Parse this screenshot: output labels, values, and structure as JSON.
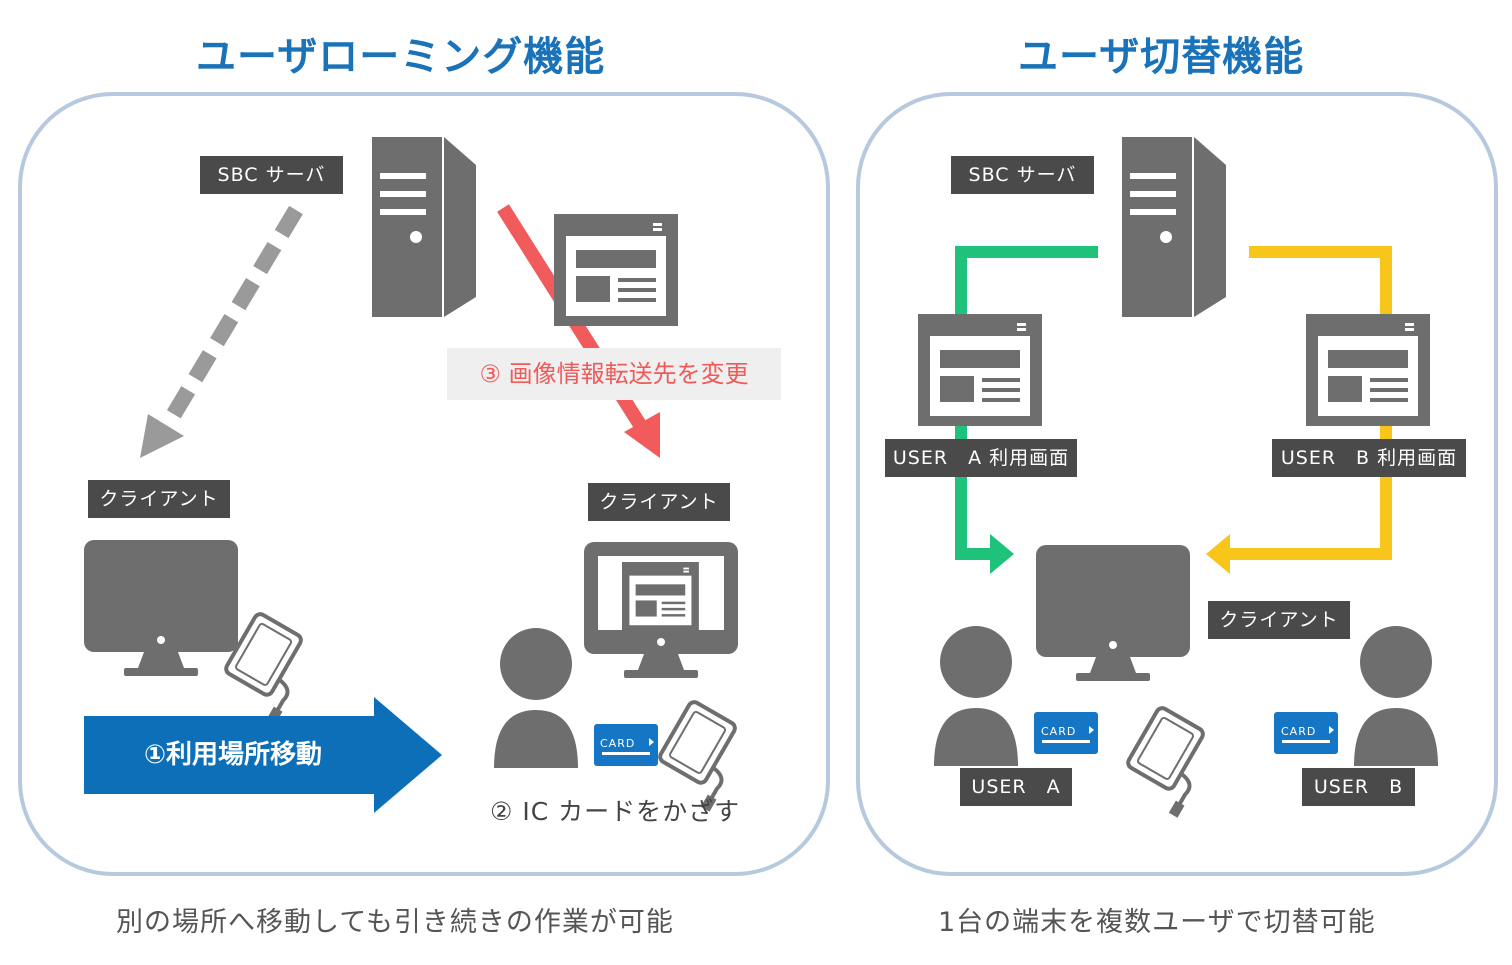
{
  "left": {
    "title": "ユーザローミング機能",
    "caption": "別の場所へ移動しても引き続きの作業が可能",
    "server_label": "SBC サーバ",
    "client_label_1": "クライアント",
    "client_label_2": "クライアント",
    "step1": "①利用場所移動",
    "step2": "② IC カードをかざす",
    "step3": "③ 画像情報転送先を変更",
    "card_text": "CARD"
  },
  "right": {
    "title": "ユーザ切替機能",
    "caption": "1台の端末を複数ユーザで切替可能",
    "server_label": "SBC サーバ",
    "screen_a_label": "USER　A 利用画面",
    "screen_b_label": "USER　B 利用画面",
    "client_label": "クライアント",
    "user_a": "USER　A",
    "user_b": "USER　B",
    "card_text_a": "CARD",
    "card_text_b": "CARD"
  },
  "colors": {
    "title": "#1a72b8",
    "panel_border": "#b7c9de",
    "icon_gray": "#6e6e6e",
    "dark_gray": "#4a4a4a",
    "red_arrow": "#f15b5b",
    "blue_arrow": "#0c6fb8",
    "green_line": "#1ec27a",
    "yellow_line": "#f8c51a",
    "card_blue": "#1476c4"
  }
}
